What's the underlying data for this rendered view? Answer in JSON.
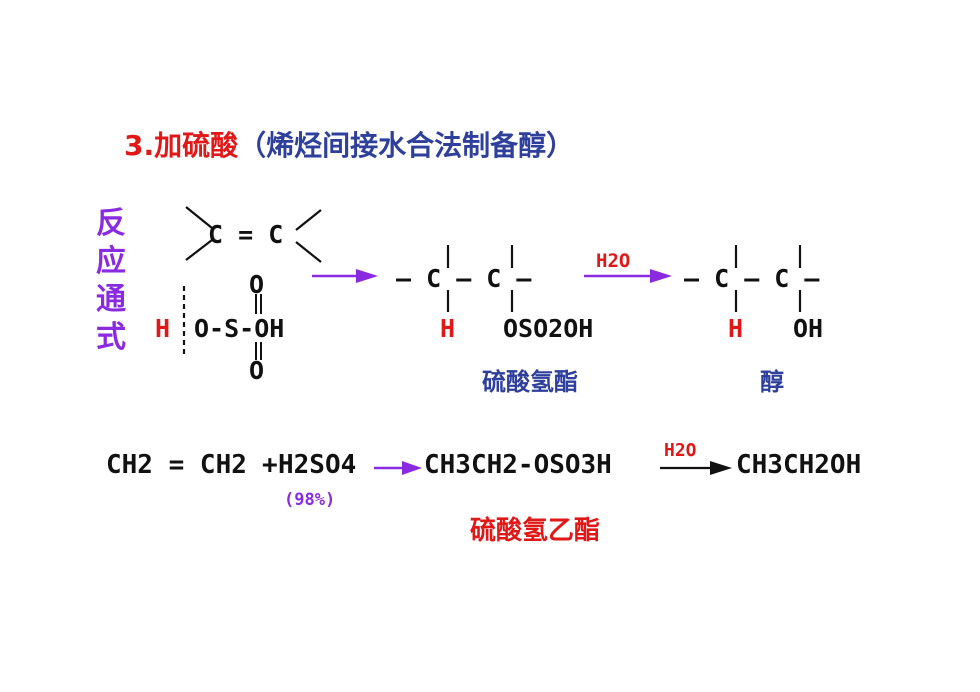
{
  "title": {
    "number": "3.",
    "main": "加硫酸",
    "paren": "（烯烃间接水合法制备醇）"
  },
  "side_label": [
    "反",
    "应",
    "通",
    "式"
  ],
  "general": {
    "alkene": "C = C",
    "acid_top_o": "O",
    "acid_bottom_o": "O",
    "acid_h": "H",
    "acid_rest": "O-S-OH",
    "arrow2_label": "H2O",
    "mid_backbone": "— C — C —",
    "mid_h": "H",
    "mid_sub": "OSO2OH",
    "mid_name": "硫酸氢酯",
    "prod_backbone": "— C — C —",
    "prod_h": "H",
    "prod_oh": "OH",
    "prod_name": "醇"
  },
  "example": {
    "reactant1": "CH2 = CH2",
    "plus": "+",
    "reactant2": "H2SO4",
    "concentration": "(98%)",
    "intermediate": "CH3CH2-OSO3H",
    "arrow_label": "H2O",
    "product": "CH3CH2OH",
    "intermediate_name": "硫酸氢乙酯"
  },
  "colors": {
    "red": "#e01818",
    "blue": "#2e3f9c",
    "purple": "#8a2be2",
    "black": "#111111"
  }
}
